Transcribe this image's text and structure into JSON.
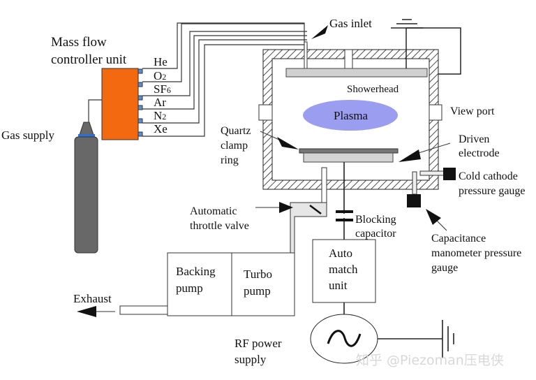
{
  "labels": {
    "mfc_line1": "Mass flow",
    "mfc_line2": "controller unit",
    "gas_supply": "Gas supply",
    "gas_inlet": "Gas inlet",
    "showerhead": "Showerhead",
    "plasma": "Plasma",
    "view_port": "View port",
    "quartz1": "Quartz",
    "quartz2": "clamp",
    "quartz3": "ring",
    "driven1": "Driven",
    "driven2": "electrode",
    "cold1": "Cold cathode",
    "cold2": "pressure gauge",
    "throttle1": "Automatic",
    "throttle2": "throttle valve",
    "blocking1": "Blocking",
    "blocking2": "capacitor",
    "cap1": "Capacitance",
    "cap2": "manometer pressure",
    "cap3": "gauge",
    "auto1": "Auto",
    "auto2": "match",
    "auto3": "unit",
    "backing1": "Backing",
    "backing2": "pump",
    "turbo1": "Turbo",
    "turbo2": "pump",
    "exhaust": "Exhaust",
    "rf1": "RF power",
    "rf2": "supply"
  },
  "gases": [
    {
      "base": "He",
      "sub": ""
    },
    {
      "base": "O",
      "sub": "2"
    },
    {
      "base": "SF",
      "sub": "6"
    },
    {
      "base": "Ar",
      "sub": ""
    },
    {
      "base": "N",
      "sub": "2"
    },
    {
      "base": "Xe",
      "sub": ""
    }
  ],
  "watermark": "知乎 @Piezoman压电侠",
  "colors": {
    "mfc": "#f2690f",
    "plasma": "#9b9ef0",
    "cylinder": "#686868",
    "valve_band": "#2f6fd0"
  }
}
